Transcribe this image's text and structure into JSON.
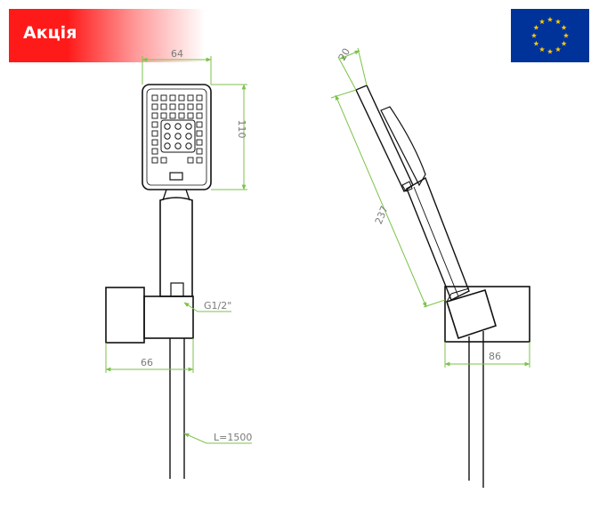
{
  "promo": {
    "label": "Акція"
  },
  "flag": {
    "name": "eu-flag"
  },
  "colors": {
    "dimension": "#7cc24a",
    "outline": "#111111",
    "promo": "#ff1a1a",
    "eu_blue": "#003399",
    "eu_star": "#ffcc00"
  },
  "front_view": {
    "width_label": "64",
    "height_label": "110",
    "thread_label": "G1/2\"",
    "bracket_width_label": "66",
    "hose_label": "L=1500"
  },
  "side_view": {
    "head_thickness_label": "20",
    "length_label": "237",
    "bracket_depth_label": "86"
  }
}
